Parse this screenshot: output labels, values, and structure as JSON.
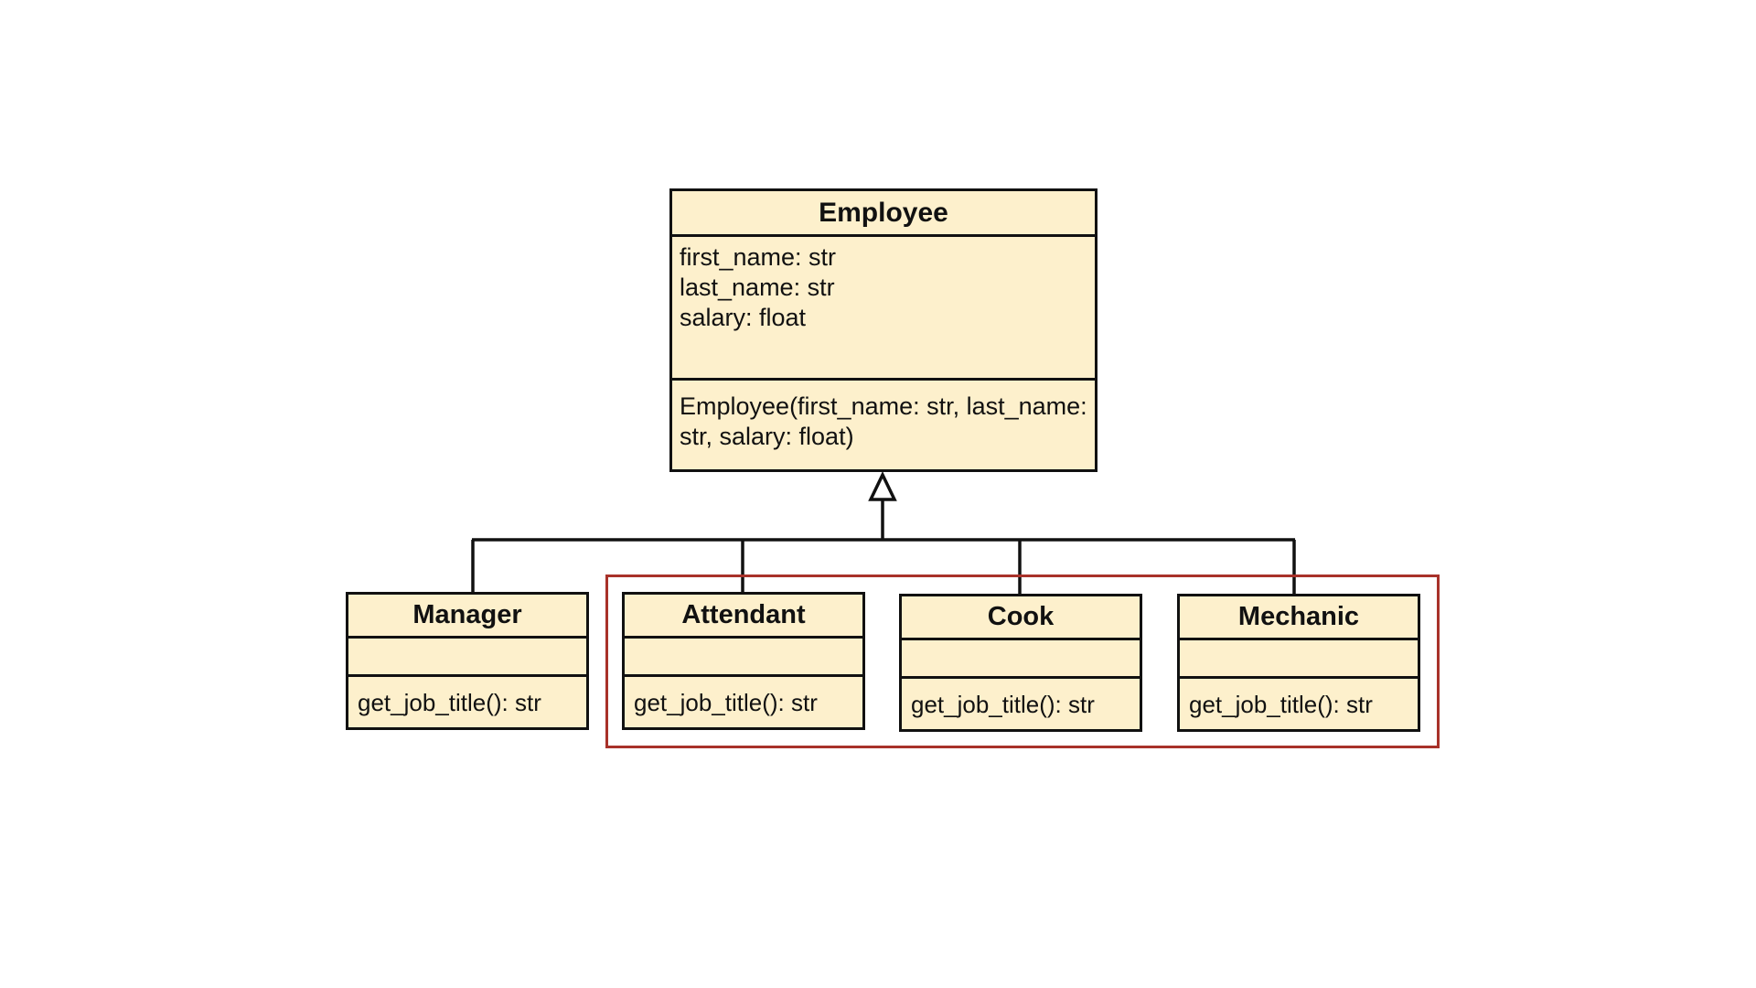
{
  "diagram": {
    "parent": {
      "name": "Employee",
      "attributes": [
        "first_name: str",
        "last_name: str",
        "salary: float"
      ],
      "methods": [
        "Employee(first_name: str, last_name:",
        "str, salary: float)"
      ]
    },
    "subclasses": [
      {
        "name": "Manager",
        "methods": [
          "get_job_title(): str"
        ]
      },
      {
        "name": "Attendant",
        "methods": [
          "get_job_title(): str"
        ]
      },
      {
        "name": "Cook",
        "methods": [
          "get_job_title(): str"
        ]
      },
      {
        "name": "Mechanic",
        "methods": [
          "get_job_title(): str"
        ]
      }
    ],
    "relationship": "inheritance",
    "colors": {
      "class_fill": "#fdf0cc",
      "border": "#111111",
      "highlight": "#a8322a"
    }
  }
}
